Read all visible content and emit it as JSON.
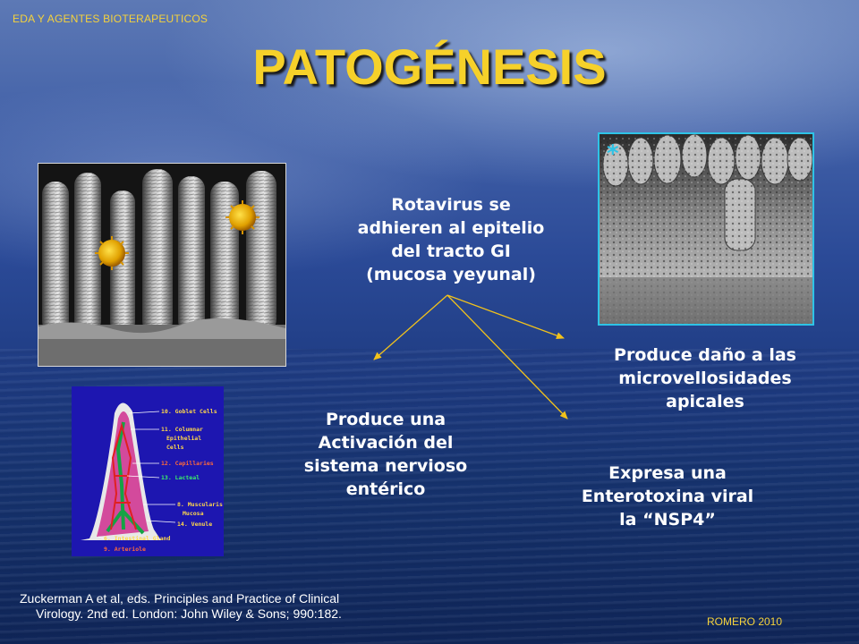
{
  "header_tag": "EDA Y AGENTES BIOTERAPEUTICOS",
  "title": "PATOGÉNESIS",
  "main_text": {
    "line1": "Rotavirus se",
    "line2": "adhieren al epitelio",
    "line3": "del tracto GI",
    "line4": "(mucosa yeyunal)"
  },
  "effects": {
    "damage": {
      "line1": "Produce daño a las",
      "line2": "microvellosidades",
      "line3": "apicales"
    },
    "neural": {
      "line1": "Produce una",
      "line2": "Activación del",
      "line3": "sistema nervioso",
      "line4": "entérico"
    },
    "toxin": {
      "line1": "Expresa una",
      "line2": "Enterotoxina viral",
      "line3": "la “NSP4”"
    }
  },
  "diagram_labels": {
    "l10": "10. Goblet Cells",
    "l11a": "11. Columnar",
    "l11b": "Epithelial",
    "l11c": "Cells",
    "l12": "12. Capillaries",
    "l13": "13. Lacteal",
    "l8a": "8. Muscularis",
    "l8b": "Mucosa",
    "l14": "14. Venule",
    "l6": "6. Intestinal Gland",
    "l9": "9. Arteriole"
  },
  "marker": "*",
  "citation": {
    "line1": "Zuckerman A et al, eds. Principles and Practice of Clinical",
    "line2": "Virology. 2nd ed. London: John Wiley & Sons; 990:182."
  },
  "author": "ROMERO 2010",
  "colors": {
    "title": "#f6d12a",
    "header_tag": "#f5d23c",
    "arrow": "#f2c21b",
    "body_text": "#ffffff",
    "image_border": "#2ec3e6"
  }
}
